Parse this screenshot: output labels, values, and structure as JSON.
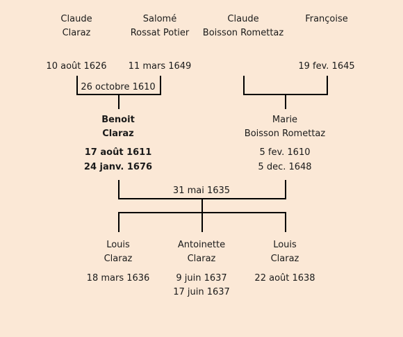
{
  "grandparents": {
    "gp1": {
      "first": "Claude",
      "last": "Claraz"
    },
    "gp2": {
      "first": "Salomé",
      "last": "Rossat Potier"
    },
    "gp3": {
      "first": "Claude",
      "last": "Boisson Romettaz"
    },
    "gp4": {
      "first": "Françoise",
      "last": ""
    }
  },
  "gp_dates": {
    "gp1": "10 août 1626",
    "gp2": "11 mars 1649",
    "gp4": "19 fev. 1645"
  },
  "paternal_marriage": "26 octobre 1610",
  "father": {
    "first": "Benoit",
    "last": "Claraz",
    "birth": "17 août 1611",
    "death": "24 janv. 1676"
  },
  "mother": {
    "first": "Marie",
    "last": "Boisson Romettaz",
    "birth": "5 fev. 1610",
    "death": "5 dec. 1648"
  },
  "parents_marriage": "31 mai 1635",
  "children": [
    {
      "first": "Louis",
      "last": "Claraz",
      "date1": "18 mars 1636",
      "date2": ""
    },
    {
      "first": "Antoinette",
      "last": "Claraz",
      "date1": "9 juin 1637",
      "date2": "17 juin 1637"
    },
    {
      "first": "Louis",
      "last": "Claraz",
      "date1": "22 août 1638",
      "date2": ""
    }
  ]
}
